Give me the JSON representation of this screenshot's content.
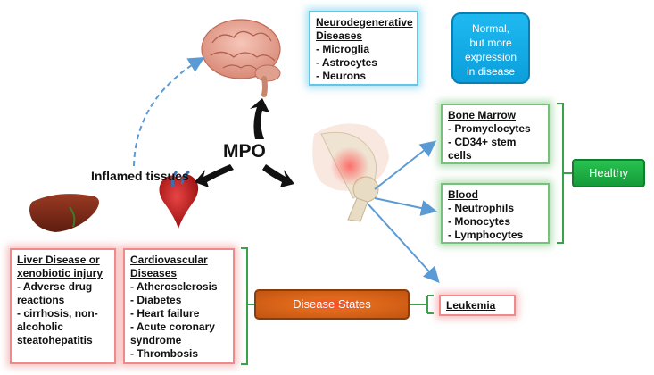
{
  "center_label": "MPO",
  "inflamed_label": "Inflamed tissues",
  "neuro": {
    "title": "Neurodegenerative Diseases",
    "items": [
      "Microglia",
      "Astrocytes",
      "Neurons"
    ]
  },
  "normal_pill": {
    "line1": "Normal,",
    "line2": "but more",
    "line3": "expression",
    "line4": "in disease"
  },
  "bone_marrow": {
    "title": "Bone Marrow",
    "items": [
      "Promyelocytes",
      "CD34+ stem cells"
    ]
  },
  "blood": {
    "title": "Blood",
    "items": [
      "Neutrophils",
      "Monocytes",
      "Lymphocytes"
    ]
  },
  "healthy_label": "Healthy",
  "liver": {
    "title": "Liver Disease or xenobiotic injury",
    "items": [
      "Adverse drug reactions",
      "cirrhosis, non-alcoholic steatohepatitis"
    ]
  },
  "cardio": {
    "title": "Cardiovascular Diseases",
    "items": [
      "Atherosclerosis",
      "Diabetes",
      "Heart failure",
      "Acute coronary syndrome",
      "Thrombosis"
    ]
  },
  "disease_states_label": "Disease States",
  "leukemia": {
    "title": "Leukemia"
  },
  "colors": {
    "blue_glow": "#63c6e6",
    "green_glow": "#77c27a",
    "red_glow": "#f08a8a",
    "arrow_blue": "#5b9bd5",
    "normal_pill": "#0b9fdc",
    "healthy_pill": "#169a3a",
    "disease_pill": "#c25410"
  }
}
